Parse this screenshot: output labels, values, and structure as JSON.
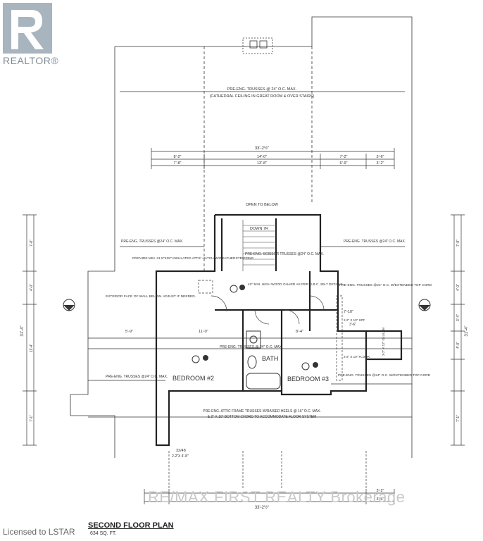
{
  "logo": {
    "label": "REALTOR®"
  },
  "watermark": "RE/MAX FIRST REALTY Brokerage",
  "footer": {
    "licensed": "Licensed to LSTAR"
  },
  "plan": {
    "title": "SECOND FLOOR PLAN",
    "area": "634 SQ. FT."
  },
  "notes": {
    "trusses_top": "PRE-ENG. TRUSSES @ 24\" O.C. MAX.",
    "cathedral": "(CATHEDRAL CEILING IN GREAT ROOM & OVER STAIRS)",
    "open_below": "OPEN TO BELOW",
    "down": "DOWN 7R",
    "scissor": "PRE-ENG. SCISSOR TRUSSES @24\" O.C. MAX.",
    "trusses_left": "PRE-ENG. TRUSSES @24\" O.C. MAX.",
    "trusses_right": "PRE-ENG. TRUSSES @24\" O.C. MAX.",
    "attic_hatch": "PROVIDE MIN. 21.5\"X28\" INSULATED ATTIC HATCH W/WEATHERSTRIPPING",
    "exterior_face": "EXTERIOR FACE OF WALL BELOW. ADJUST IF NEEDED.",
    "guard": "42\" MIN. HIGH WOOD GUARD AS PER O.B.C. SB-7 DETAILS",
    "trusses_mid": "PRE-ENG. TRUSSES @ 24\" O.C. MAX.",
    "top_cord": "PRE-ENG. TRUSSES @24\" O.C. W/EXTENDED TOP CORD",
    "attic_frame": "PRE-ENG. ATTIC FRAME TRUSSES W/RAISED HEELS @ 16\" O.C. MAX.",
    "bottom_chord": "& 2\" X 10\" BOTTOM CHORD TO ACCOMMODATE FLOOR SYSTEM",
    "trusses_bottom_left": "PRE-ENG. TRUSSES @24\" O.C. MAX.",
    "trusses_bottom_right": "PRE-ENG. TRUSSES @24\" O.C. W/EXTENDED TOP CORD",
    "window": "32/48",
    "window_size": "2-2\"X 4'-8\""
  },
  "rooms": {
    "bedroom2": "BEDROOM #2",
    "bedroom3": "BEDROOM #3",
    "bath": "BATH"
  },
  "dimensions": {
    "overall_top": "33'-2½\"",
    "top_upper": [
      "8'-2\"",
      "14'-0\"",
      "7'-2\"",
      "3'-6\""
    ],
    "top_lower": [
      "7'-8\"",
      "13'-8\"",
      "6'-9\"",
      "3'-2\""
    ],
    "room_w_b2": "11'-0\"",
    "room_w_left": "5'-9\"",
    "room_w_b3": "8'-4\"",
    "room_w_right": "7'-10\"",
    "room_w_b3_inner": "3'-6\"",
    "left_overall": "31'-4\"",
    "left_segments": [
      "7'-8\"",
      "4'-0\"",
      "11'-4\"",
      "7'-1\""
    ],
    "right_overall": "31'-4\"",
    "right_segments": [
      "7'-8\"",
      "4'-0\"",
      "3'-4\"",
      "4'-0\"",
      "7'-1\""
    ],
    "overall_bottom": "33'-2½\"",
    "bottom_right": "3'-2\"",
    "bottom_right2": "3'-6\"",
    "beam1": "2-2\" X 10\" SPF",
    "beam2": "3-2\" X 12\" GLULAM",
    "beam3": "2-2\" X 10\" FLOOR"
  }
}
